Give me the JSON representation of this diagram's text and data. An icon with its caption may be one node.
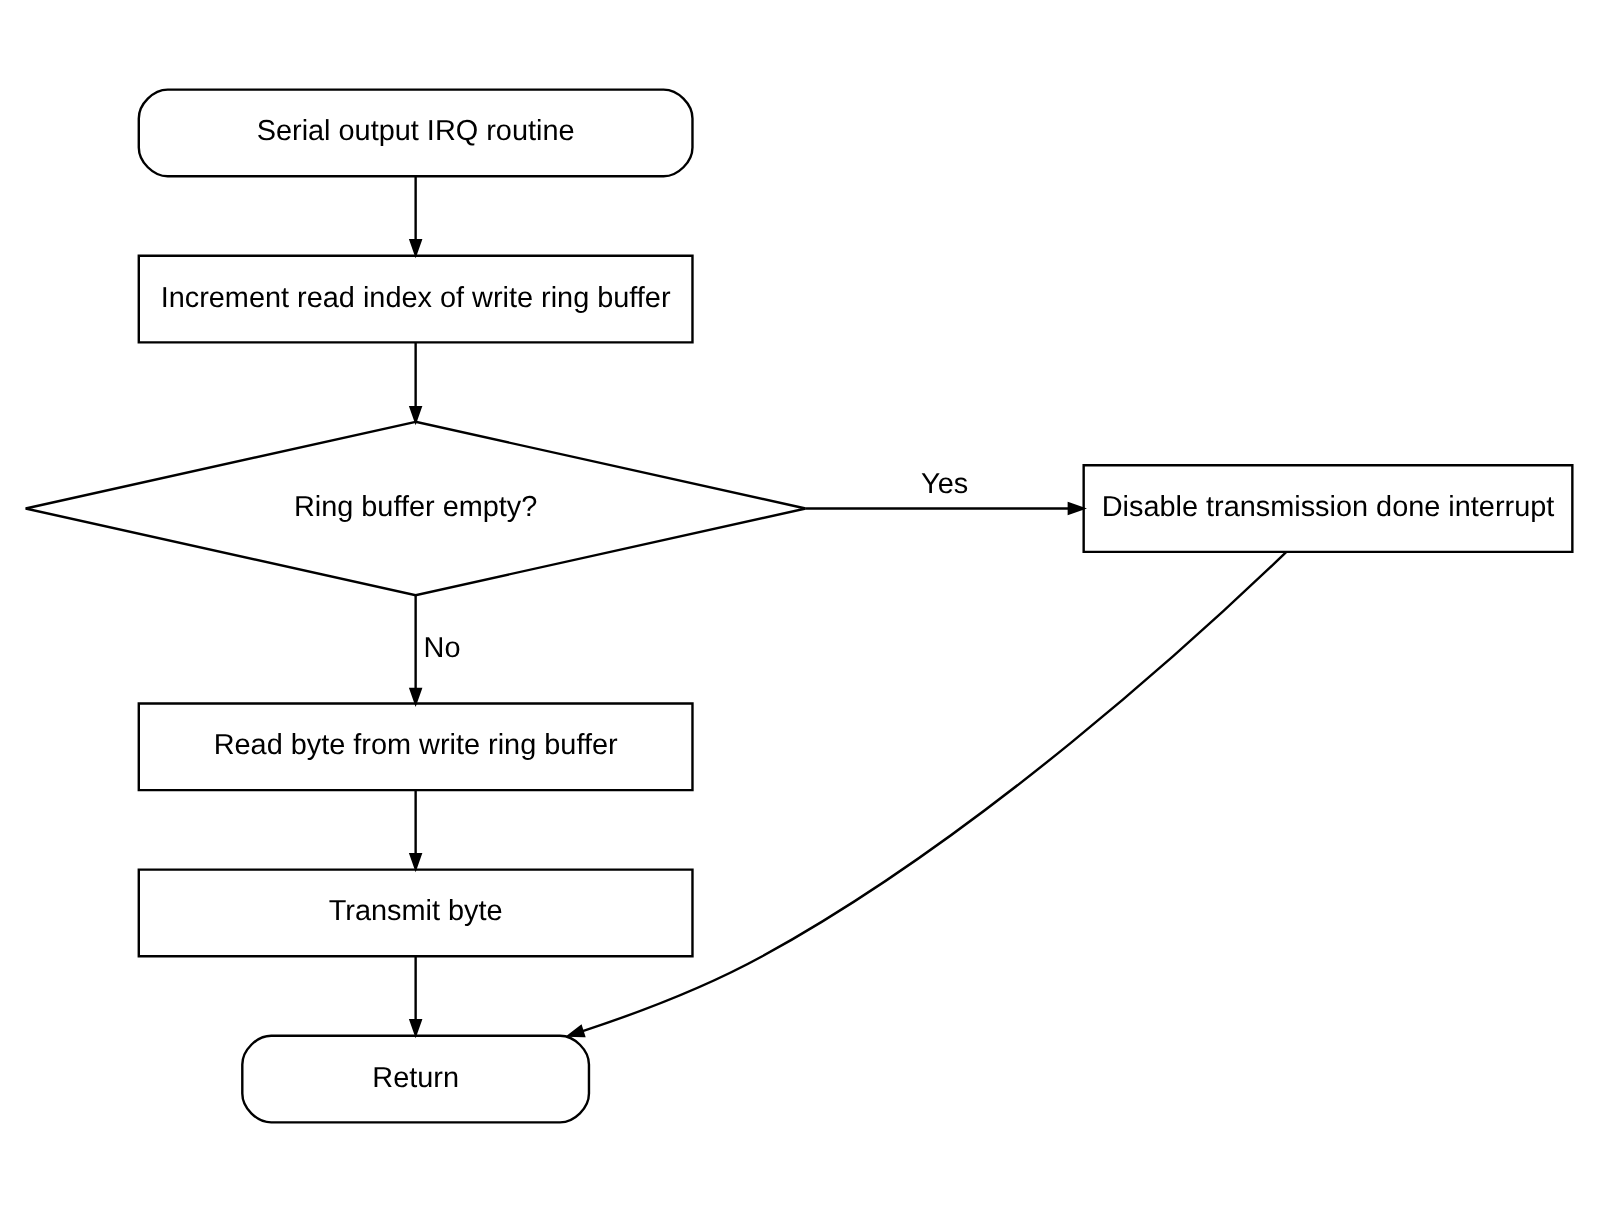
{
  "diagram": {
    "nodes": [
      {
        "text": [
          "Serial output IRQ routine"
        ]
      },
      {
        "text": [
          "Increment read index of write ring buffer"
        ]
      },
      {
        "text": [
          "Ring buffer empty?"
        ]
      },
      {
        "text": [
          "Disable transmission done interrupt"
        ]
      },
      {
        "text": [
          "Read byte from write ring buffer"
        ]
      },
      {
        "text": [
          "Transmit byte"
        ]
      },
      {
        "text": [
          "Return"
        ]
      }
    ],
    "edges": [
      {
        "from": 0,
        "to": 1,
        "arrow": "to"
      },
      {
        "from": 1,
        "to": 2,
        "arrow": "to"
      },
      {
        "from": 2,
        "to": 3,
        "arrow": "to",
        "label": "Yes"
      },
      {
        "from": 2,
        "to": 4,
        "arrow": "to",
        "label": "No"
      },
      {
        "from": 4,
        "to": 5,
        "arrow": "to"
      },
      {
        "from": 5,
        "to": 6,
        "arrow": "to"
      },
      {
        "from": 3,
        "to": 6,
        "arrow": "to"
      }
    ]
  }
}
